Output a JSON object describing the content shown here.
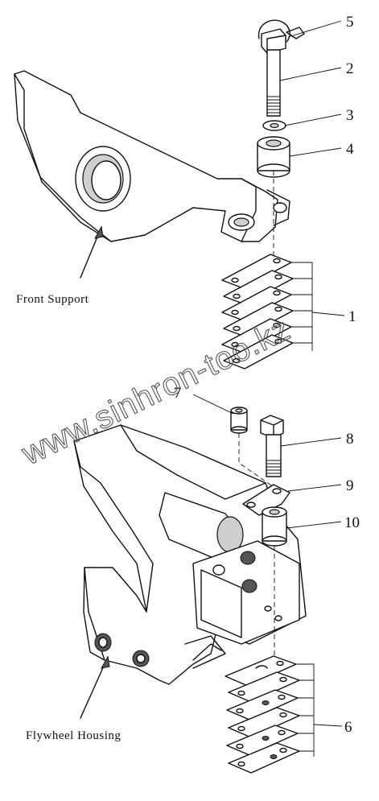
{
  "labels": {
    "front_support": "Front Support",
    "flywheel_housing": "Flywheel Housing"
  },
  "callouts": {
    "c1": "1",
    "c2": "2",
    "c3": "3",
    "c4": "4",
    "c5": "5",
    "c6": "6",
    "c7": "7",
    "c8": "8",
    "c9": "9",
    "c10": "10"
  },
  "watermark": "www.sinhron-too.kz"
}
